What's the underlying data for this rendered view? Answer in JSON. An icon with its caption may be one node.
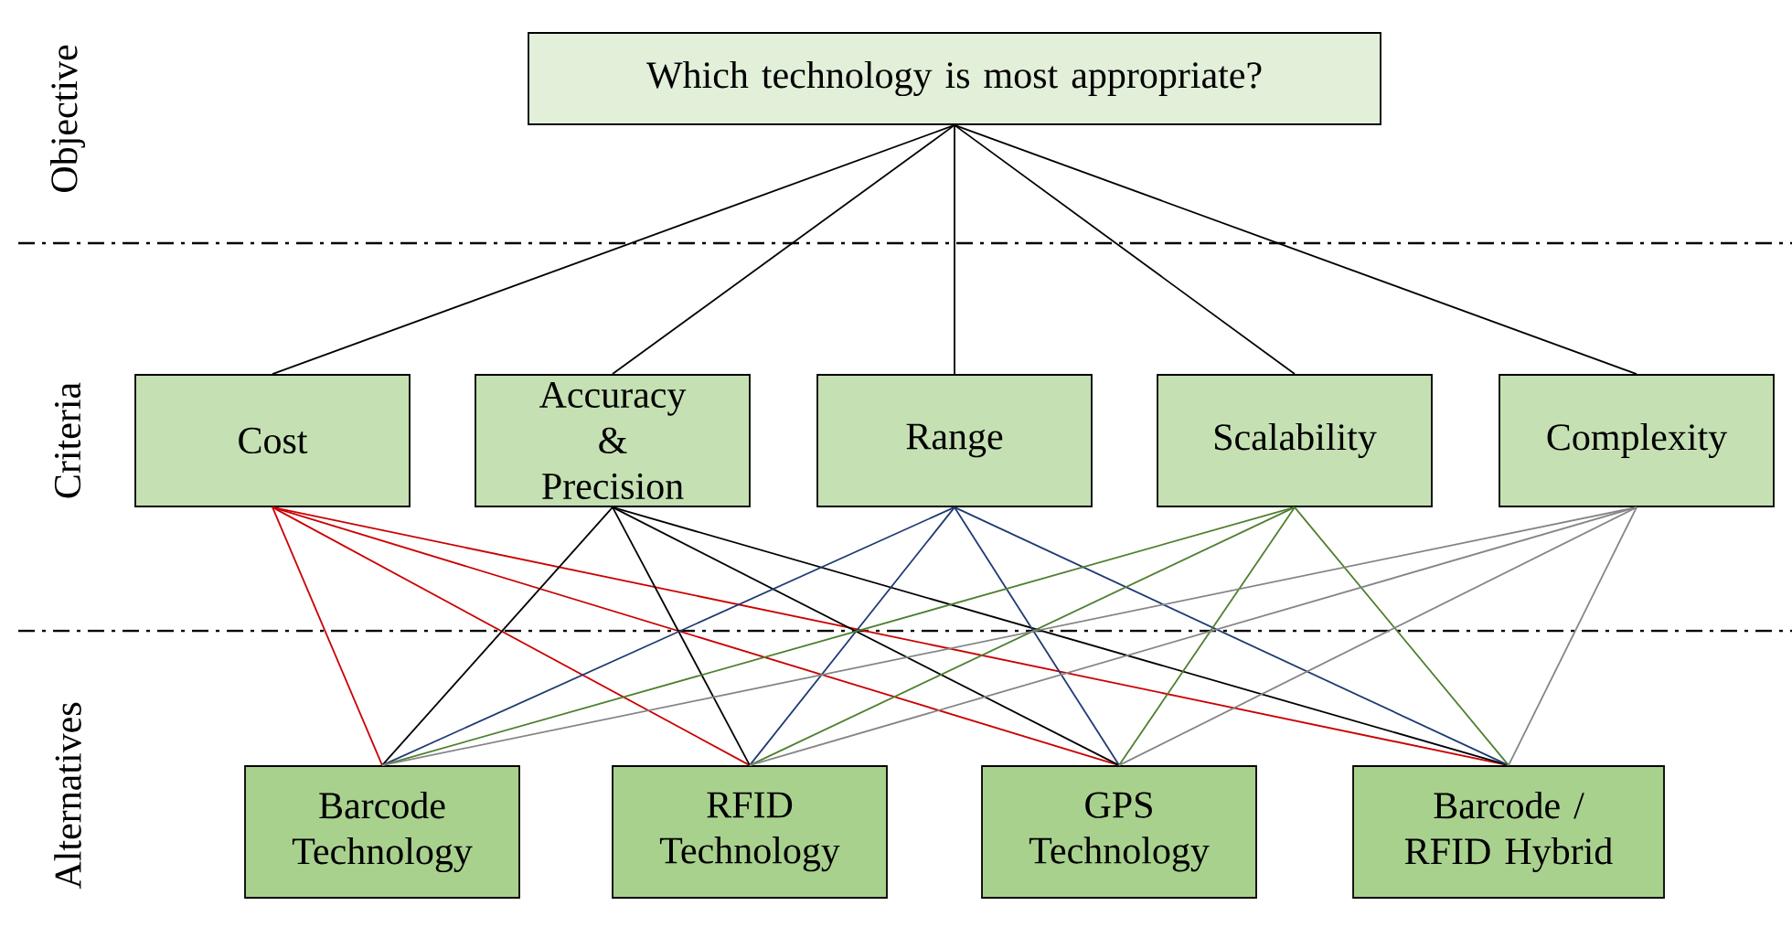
{
  "diagram": {
    "nodes": [
      {
        "text": [
          "Which technology is most appropriate?"
        ]
      },
      {
        "text": [
          "Cost"
        ]
      },
      {
        "text": [
          "Accuracy & Precision"
        ]
      },
      {
        "text": [
          "Range"
        ]
      },
      {
        "text": [
          "Scalability"
        ]
      },
      {
        "text": [
          "Complexity"
        ]
      },
      {
        "text": [
          "Barcode Technology"
        ]
      },
      {
        "text": [
          "RFID Technology"
        ]
      },
      {
        "text": [
          "GPS Technology"
        ]
      },
      {
        "text": [
          "Barcode / RFID Hybrid"
        ]
      }
    ],
    "edges": [
      {
        "from": 0,
        "to": 1,
        "arrow": "none"
      },
      {
        "from": 0,
        "to": 2,
        "arrow": "none"
      },
      {
        "from": 0,
        "to": 3,
        "arrow": "none"
      },
      {
        "from": 0,
        "to": 4,
        "arrow": "none"
      },
      {
        "from": 0,
        "to": 5,
        "arrow": "none"
      },
      {
        "from": 1,
        "to": 6,
        "arrow": "none",
        "color": "#cc0000"
      },
      {
        "from": 1,
        "to": 7,
        "arrow": "none",
        "color": "#cc0000"
      },
      {
        "from": 1,
        "to": 8,
        "arrow": "none",
        "color": "#cc0000"
      },
      {
        "from": 1,
        "to": 9,
        "arrow": "none",
        "color": "#cc0000"
      },
      {
        "from": 2,
        "to": 6,
        "arrow": "none"
      },
      {
        "from": 2,
        "to": 7,
        "arrow": "none"
      },
      {
        "from": 2,
        "to": 8,
        "arrow": "none"
      },
      {
        "from": 2,
        "to": 9,
        "arrow": "none"
      },
      {
        "from": 3,
        "to": 6,
        "arrow": "none",
        "color": "#1f3a73"
      },
      {
        "from": 3,
        "to": 7,
        "arrow": "none",
        "color": "#1f3a73"
      },
      {
        "from": 3,
        "to": 8,
        "arrow": "none",
        "color": "#1f3a73"
      },
      {
        "from": 3,
        "to": 9,
        "arrow": "none",
        "color": "#1f3a73"
      },
      {
        "from": 4,
        "to": 6,
        "arrow": "none",
        "color": "#4f7f2f"
      },
      {
        "from": 4,
        "to": 7,
        "arrow": "none",
        "color": "#4f7f2f"
      },
      {
        "from": 4,
        "to": 8,
        "arrow": "none",
        "color": "#4f7f2f"
      },
      {
        "from": 4,
        "to": 9,
        "arrow": "none",
        "color": "#4f7f2f"
      },
      {
        "from": 5,
        "to": 6,
        "arrow": "none",
        "color": "#858585"
      },
      {
        "from": 5,
        "to": 7,
        "arrow": "none",
        "color": "#858585"
      },
      {
        "from": 5,
        "to": 8,
        "arrow": "none",
        "color": "#858585"
      },
      {
        "from": 5,
        "to": 9,
        "arrow": "none",
        "color": "#858585"
      }
    ],
    "labels": [
      "Objective",
      "Criteria",
      "Alternatives"
    ]
  }
}
